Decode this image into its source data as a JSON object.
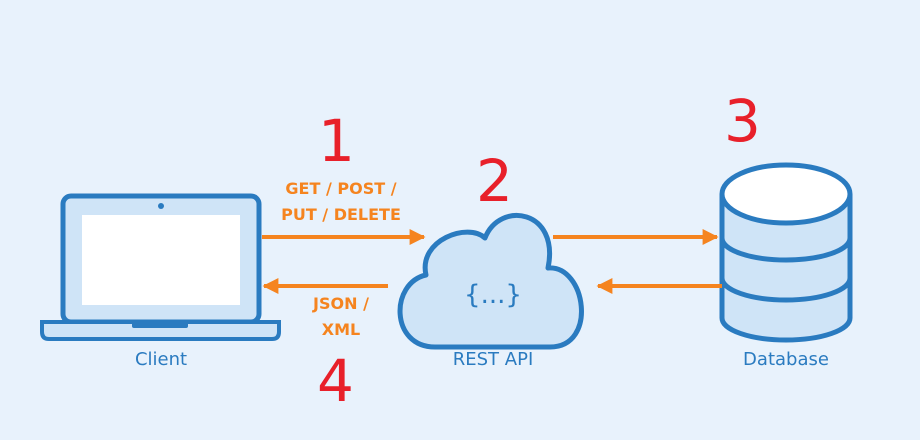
{
  "diagram": {
    "steps": [
      "1",
      "2",
      "3",
      "4"
    ],
    "request_label": [
      "GET / POST /",
      "PUT / DELETE"
    ],
    "response_label": [
      "JSON /",
      "XML"
    ],
    "nodes": {
      "client": "Client",
      "api": "REST API",
      "api_symbol": "{...}",
      "database": "Database"
    },
    "colors": {
      "background": "#e8f2fc",
      "outline": "#2a7bc0",
      "fill": "#cfe4f7",
      "arrow": "#f5841f",
      "step_number": "#e8202a"
    },
    "icons": [
      "laptop-icon",
      "cloud-icon",
      "database-icon"
    ]
  }
}
